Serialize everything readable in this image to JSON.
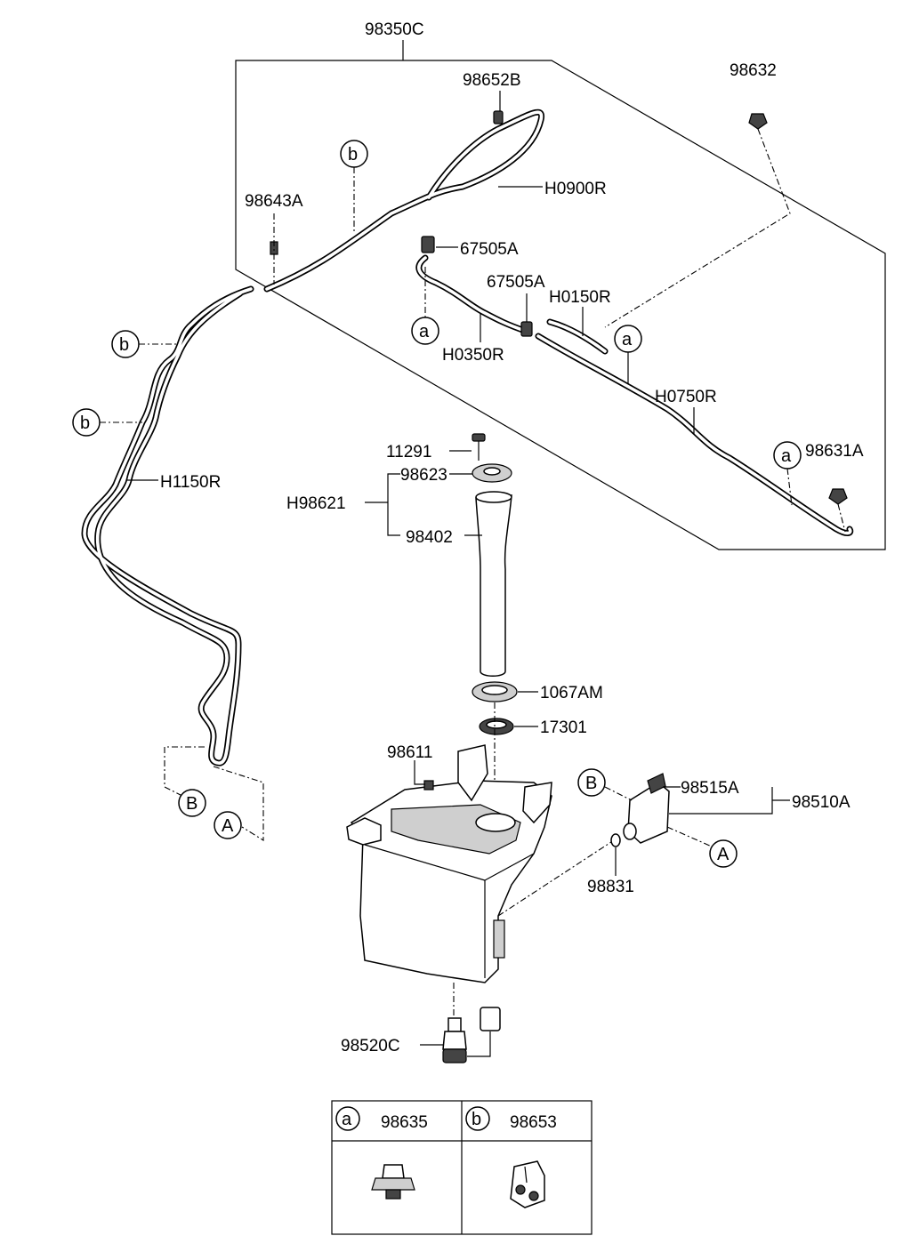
{
  "parts": {
    "p98350C": "98350C",
    "p98652B": "98652B",
    "p98632": "98632",
    "p98643A": "98643A",
    "pH0900R": "H0900R",
    "p67505A_1": "67505A",
    "p67505A_2": "67505A",
    "pH0150R": "H0150R",
    "pH0350R": "H0350R",
    "pH0750R": "H0750R",
    "p98631A": "98631A",
    "pH1150R": "H1150R",
    "p11291": "11291",
    "p98623": "98623",
    "pH98621": "H98621",
    "p98402": "98402",
    "p1067AM": "1067AM",
    "p17301": "17301",
    "p98611": "98611",
    "p98515A": "98515A",
    "p98510A": "98510A",
    "p98831": "98831",
    "p98520C": "98520C"
  },
  "callouts": {
    "a": "a",
    "b": "b",
    "A": "A",
    "B": "B"
  },
  "legend": {
    "a_key": "a",
    "a_part": "98635",
    "b_key": "b",
    "b_part": "98653"
  }
}
